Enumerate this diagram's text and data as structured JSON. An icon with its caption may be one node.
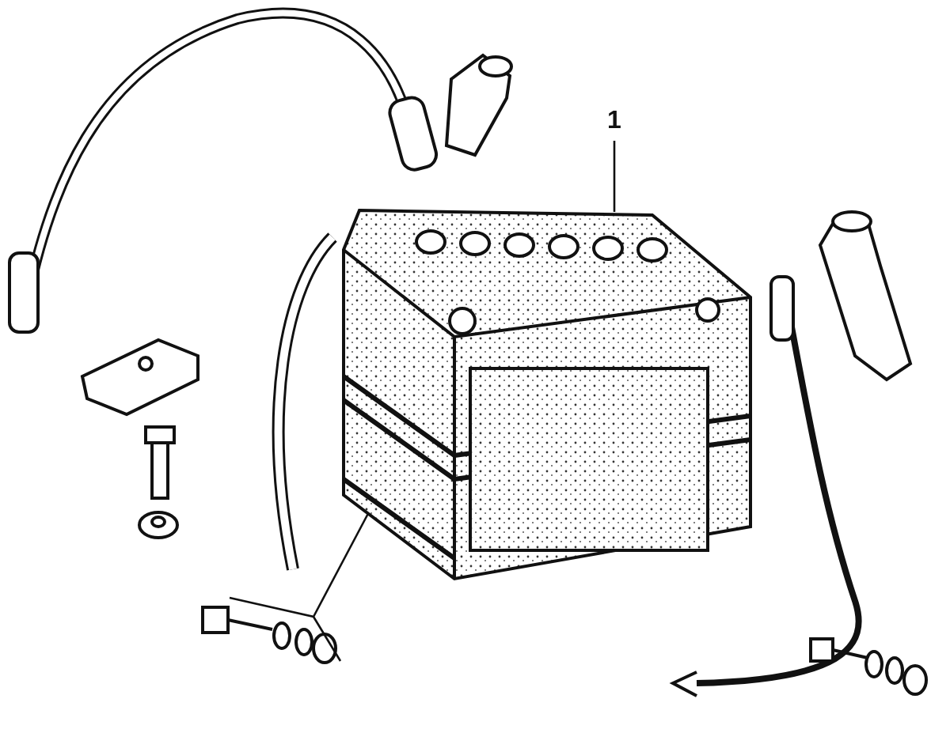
{
  "diagram": {
    "nodes": [
      {
        "text": [
          "1"
        ]
      },
      {
        "text": [],
        "shape": "picture"
      }
    ],
    "edges": [
      {
        "from": 0,
        "to": 1,
        "arrow": "none"
      }
    ]
  }
}
